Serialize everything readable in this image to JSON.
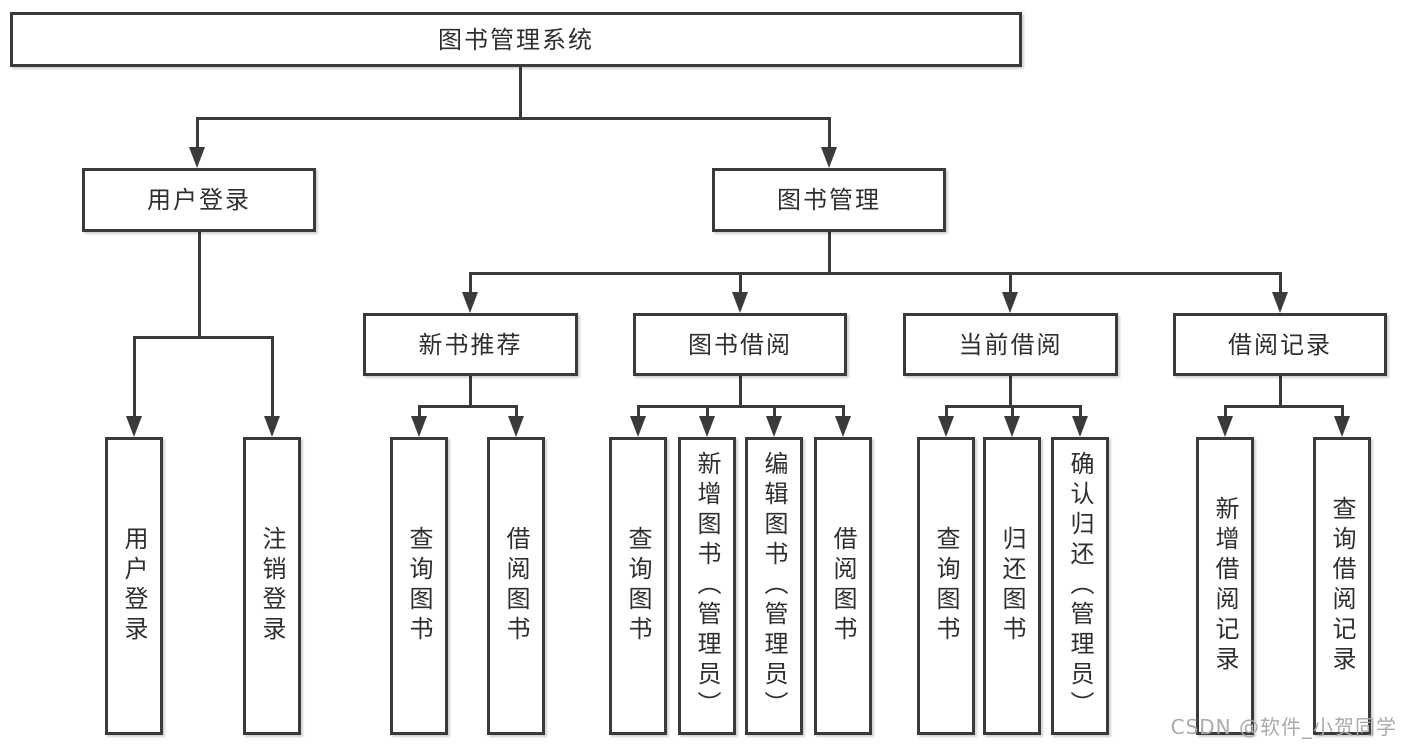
{
  "tree": {
    "root": {
      "label": "图书管理系统"
    },
    "branches": [
      {
        "label": "用户登录",
        "children": [
          {
            "label": "用户登录"
          },
          {
            "label": "注销登录"
          }
        ]
      },
      {
        "label": "图书管理",
        "children": [
          {
            "label": "新书推荐",
            "children": [
              {
                "label": "查询图书"
              },
              {
                "label": "借阅图书"
              }
            ]
          },
          {
            "label": "图书借阅",
            "children": [
              {
                "label": "查询图书"
              },
              {
                "label": "新增图书（管理员）"
              },
              {
                "label": "编辑图书（管理员）"
              },
              {
                "label": "借阅图书"
              }
            ]
          },
          {
            "label": "当前借阅",
            "children": [
              {
                "label": "查询图书"
              },
              {
                "label": "归还图书"
              },
              {
                "label": "确认归还（管理员）"
              }
            ]
          },
          {
            "label": "借阅记录",
            "children": [
              {
                "label": "新增借阅记录"
              },
              {
                "label": "查询借阅记录"
              }
            ]
          }
        ]
      }
    ]
  },
  "watermark": {
    "text": "CSDN @软件_小贺同学"
  },
  "colors": {
    "line": "#3a3a3a",
    "text": "#2f2f2f",
    "watermark": "#ababab",
    "background": "#ffffff"
  }
}
